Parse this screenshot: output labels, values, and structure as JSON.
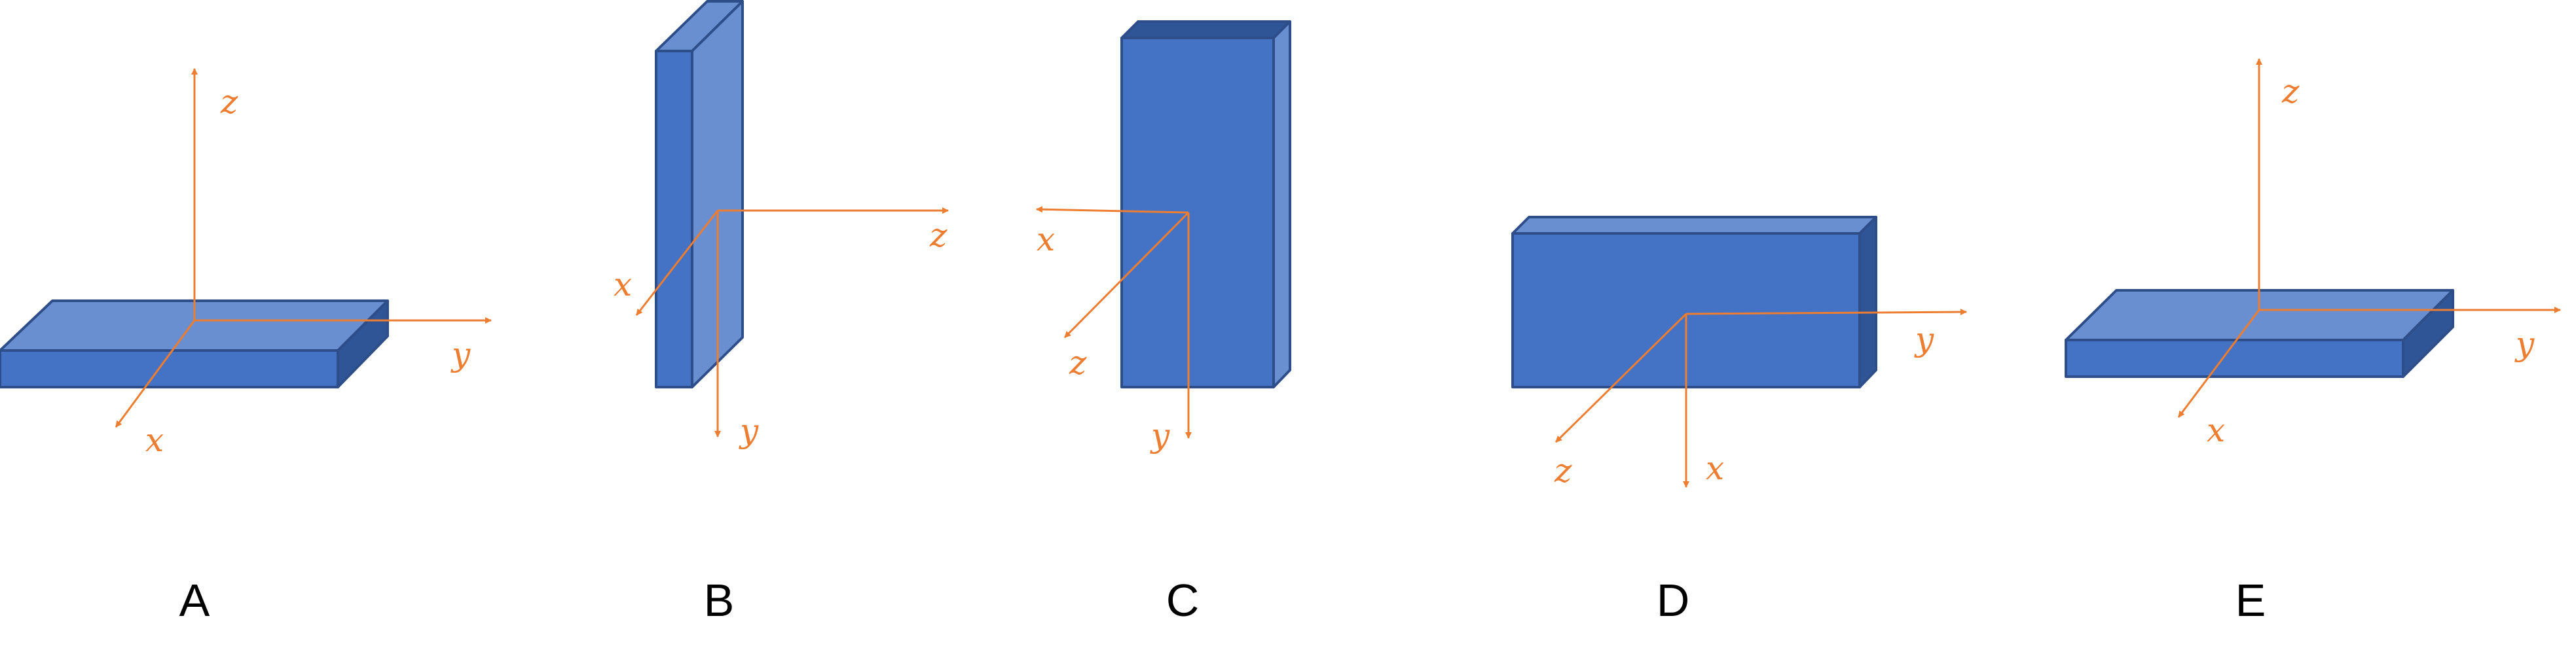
{
  "colors": {
    "box_front": "#4472C4",
    "box_top": "#6A8FD1",
    "box_side": "#2F5597",
    "box_edge": "#2E4E8A",
    "axis": "#ED7D31",
    "panel_label": "#000000"
  },
  "panels": [
    {
      "label": "A",
      "axes": {
        "x": "x",
        "y": "y",
        "z": "z"
      }
    },
    {
      "label": "B",
      "axes": {
        "x": "x",
        "y": "y",
        "z": "z"
      }
    },
    {
      "label": "C",
      "axes": {
        "x": "x",
        "y": "y",
        "z": "z"
      }
    },
    {
      "label": "D",
      "axes": {
        "x": "x",
        "y": "y",
        "z": "z"
      }
    },
    {
      "label": "E",
      "axes": {
        "x": "x",
        "y": "y",
        "z": "z"
      }
    }
  ]
}
